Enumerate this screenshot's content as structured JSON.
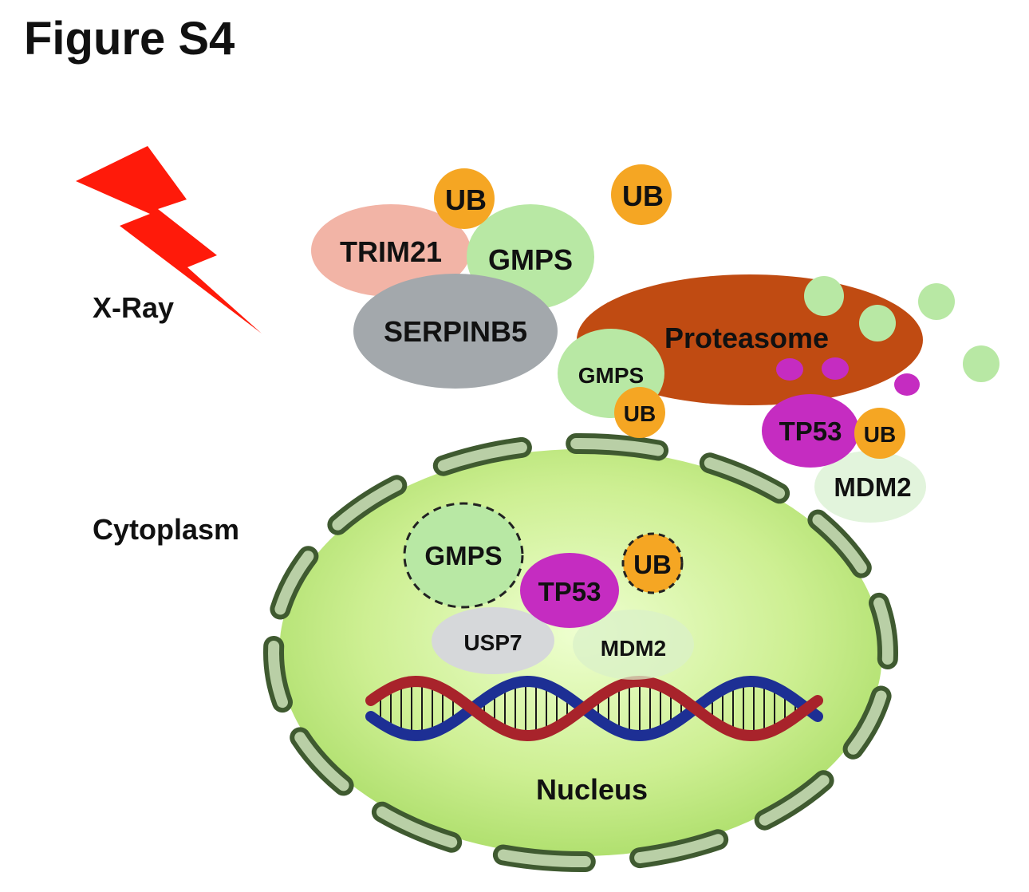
{
  "figure_title": "Figure S4",
  "labels": {
    "xray": "X-Ray",
    "cytoplasm": "Cytoplasm",
    "nucleus": "Nucleus"
  },
  "nodes": {
    "ub_top_left": "UB",
    "ub_top_right": "UB",
    "trim21": "TRIM21",
    "gmps_top": "GMPS",
    "serpinb5": "SERPINB5",
    "proteasome": "Proteasome",
    "gmps_proteasome": "GMPS",
    "ub_proteasome": "UB",
    "tp53_right": "TP53",
    "ub_right": "UB",
    "mdm2_right": "MDM2",
    "gmps_nucleus": "GMPS",
    "tp53_nucleus": "TP53",
    "ub_nucleus": "UB",
    "usp7": "USP7",
    "mdm2_nucleus": "MDM2"
  },
  "colors": {
    "ub": "#F5A623",
    "gmps": "#B8E8A4",
    "trim21": "#F2B4A6",
    "serpinb5": "#A3A8AC",
    "proteasome": "#C04B12",
    "tp53": "#C52CC1",
    "mdm2": "#E2F4DC",
    "usp7": "#D6D8DA",
    "nucleus_fill": "#C9EE8E",
    "envelope": "#6B8A5C",
    "lightning": "#FF1A0A",
    "dna_red": "#A8232B",
    "dna_blue": "#1D2F94"
  }
}
